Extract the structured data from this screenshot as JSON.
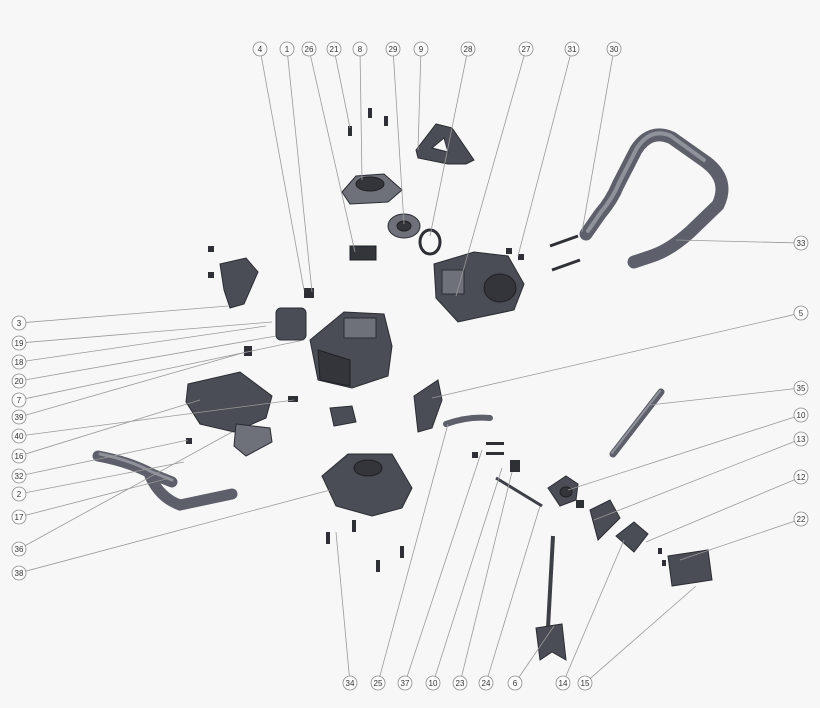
{
  "callouts": [
    {
      "id": "4"
    },
    {
      "id": "1"
    },
    {
      "id": "26"
    },
    {
      "id": "21"
    },
    {
      "id": "8"
    },
    {
      "id": "29"
    },
    {
      "id": "9"
    },
    {
      "id": "28"
    },
    {
      "id": "27"
    },
    {
      "id": "31"
    },
    {
      "id": "30"
    },
    {
      "id": "33"
    },
    {
      "id": "5"
    },
    {
      "id": "35"
    },
    {
      "id": "10"
    },
    {
      "id": "13"
    },
    {
      "id": "12"
    },
    {
      "id": "22"
    },
    {
      "id": "3"
    },
    {
      "id": "19"
    },
    {
      "id": "18"
    },
    {
      "id": "20"
    },
    {
      "id": "7"
    },
    {
      "id": "39"
    },
    {
      "id": "40"
    },
    {
      "id": "16"
    },
    {
      "id": "32"
    },
    {
      "id": "2"
    },
    {
      "id": "17"
    },
    {
      "id": "36"
    },
    {
      "id": "38"
    },
    {
      "id": "34"
    },
    {
      "id": "25"
    },
    {
      "id": "37"
    },
    {
      "id": "10"
    },
    {
      "id": "23"
    },
    {
      "id": "24"
    },
    {
      "id": "6"
    },
    {
      "id": "14"
    },
    {
      "id": "15"
    }
  ],
  "colors": {
    "background": "#f7f7f7",
    "part_body": "#4a4d55",
    "part_highlight": "#6e717a",
    "leader_line": "#9a9a9a",
    "bubble_stroke": "#8c8c8c"
  }
}
